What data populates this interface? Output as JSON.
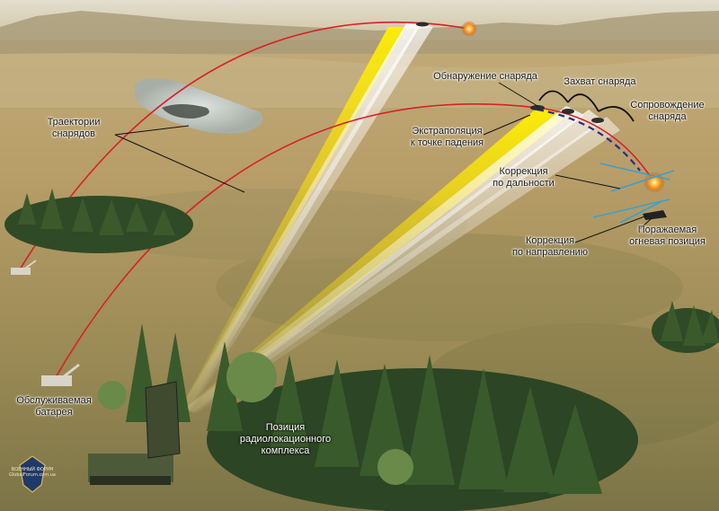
{
  "labels": {
    "trajectories": "Траектории\nснарядов",
    "detection": "Обнаружение снаряда",
    "capture": "Захват снаряда",
    "tracking": "Сопровождение\nснаряда",
    "extrapolation": "Экстраполяция\nк точке падения",
    "range_correction": "Коррекция\nпо дальности",
    "direction_correction": "Коррекция\nпо направлению",
    "target_position": "Поражаемая\nогневая позиция",
    "served_battery": "Обслуживаемая\nбатарея",
    "radar_position": "Позиция\nрадиолокационного\nкомплекса"
  },
  "watermark": {
    "line1": "ВОЕННЫЙ ФОРУМ",
    "line2": "GlobalForum.com.ua"
  },
  "colors": {
    "trajectory": "#d8202a",
    "extrapolation": "#2a2a8a",
    "beam_yellow": "#ffe600",
    "correction_line": "#3aa0d0"
  }
}
